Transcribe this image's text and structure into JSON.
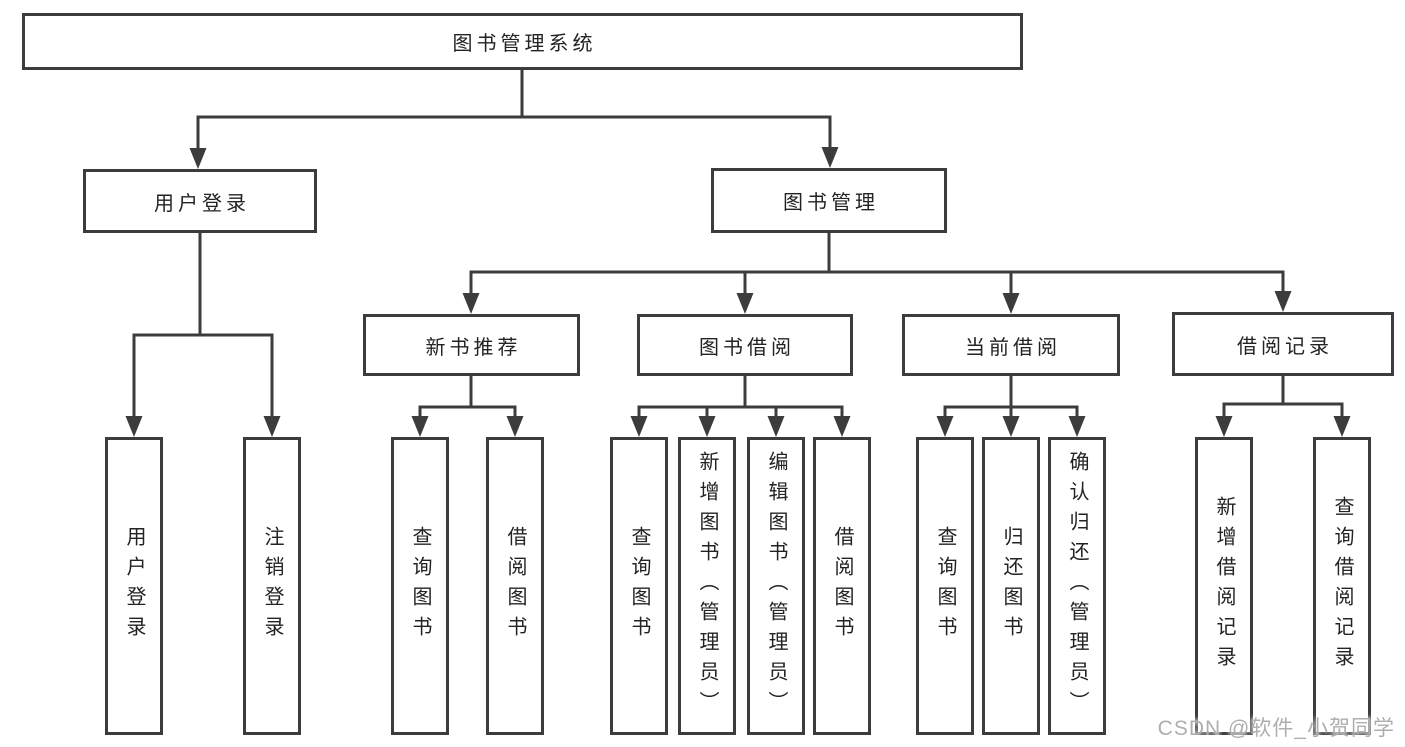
{
  "diagram": {
    "type": "hierarchy-tree",
    "root": {
      "label": "图书管理系统"
    },
    "level2": [
      {
        "label": "用户登录"
      },
      {
        "label": "图书管理"
      }
    ],
    "level3": [
      {
        "label": "新书推荐",
        "parent": "图书管理"
      },
      {
        "label": "图书借阅",
        "parent": "图书管理"
      },
      {
        "label": "当前借阅",
        "parent": "图书管理"
      },
      {
        "label": "借阅记录",
        "parent": "图书管理"
      }
    ],
    "leaves": {
      "user_login": [
        "用户登录",
        "注销登录"
      ],
      "new_books": [
        "查询图书",
        "借阅图书"
      ],
      "book_borrow": [
        "查询图书",
        "新增图书（管理员）",
        "编辑图书（管理员）",
        "借阅图书"
      ],
      "current_borrow": [
        "查询图书",
        "归还图书",
        "确认归还（管理员）"
      ],
      "borrow_records": [
        "新增借阅记录",
        "查询借阅记录"
      ]
    }
  },
  "watermark": "CSDN @软件_小贺同学",
  "colors": {
    "line": "#3c3c3c",
    "box_border": "#3c3c3c",
    "text": "#232323",
    "background": "#ffffff",
    "watermark": "#aeaeae"
  }
}
